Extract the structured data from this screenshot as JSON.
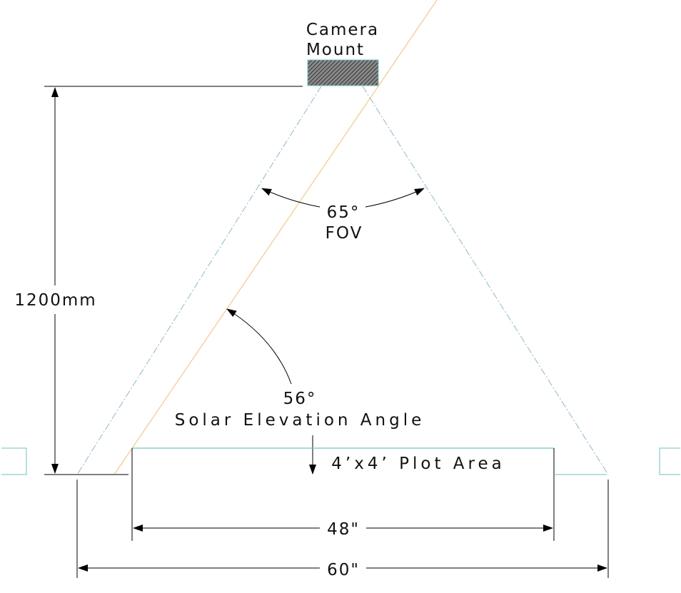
{
  "labels": {
    "camera_line1": "Camera",
    "camera_line2": "Mount",
    "height_dim": "1200mm",
    "fov_value": "65°",
    "fov_text": "FOV",
    "solar_value": "56°",
    "solar_text": "Solar Elevation Angle",
    "plot_area": "4’x4’ Plot Area",
    "inner_width": "48\"",
    "outer_width": "60\""
  },
  "colors": {
    "line": "#000000",
    "fov_line": "#8fb8c8",
    "sun_ray": "#f2c98a",
    "plot_edge": "#6fc2c2",
    "mount_fill": "#555555"
  }
}
